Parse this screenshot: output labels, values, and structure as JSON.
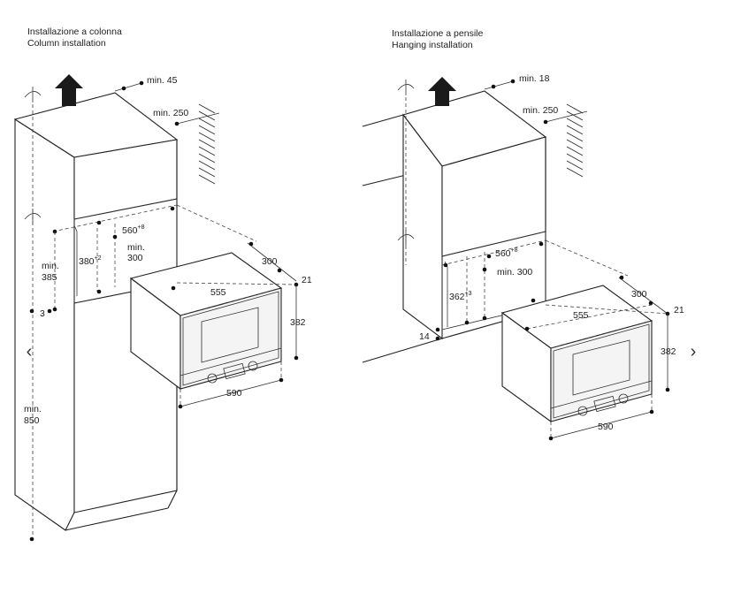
{
  "titles": {
    "column": {
      "it": "Installazione a colonna",
      "en": "Column installation"
    },
    "hanging": {
      "it": "Installazione a pensile",
      "en": "Hanging installation"
    }
  },
  "column_dims": {
    "min45": "min. 45",
    "min250": "min. 250",
    "d560": "560",
    "d560_tol": "+8",
    "min300_a": "min.",
    "min300_b": "300",
    "d380": "380",
    "d380_tol": "+2",
    "min385_a": "min.",
    "min385_b": "385",
    "d3": "3",
    "d300": "300",
    "d21": "21",
    "d555": "555",
    "d382": "382",
    "d590": "590",
    "min850_a": "min.",
    "min850_b": "850"
  },
  "hanging_dims": {
    "min18": "min. 18",
    "min250": "min. 250",
    "d560": "560",
    "d560_tol": "+8",
    "min300": "min. 300",
    "d362": "362",
    "d362_tol": "+3",
    "d14": "14",
    "d300": "300",
    "d21": "21",
    "d555": "555",
    "d382": "382",
    "d590": "590"
  },
  "nav": {
    "prev": "‹",
    "next": "›"
  }
}
